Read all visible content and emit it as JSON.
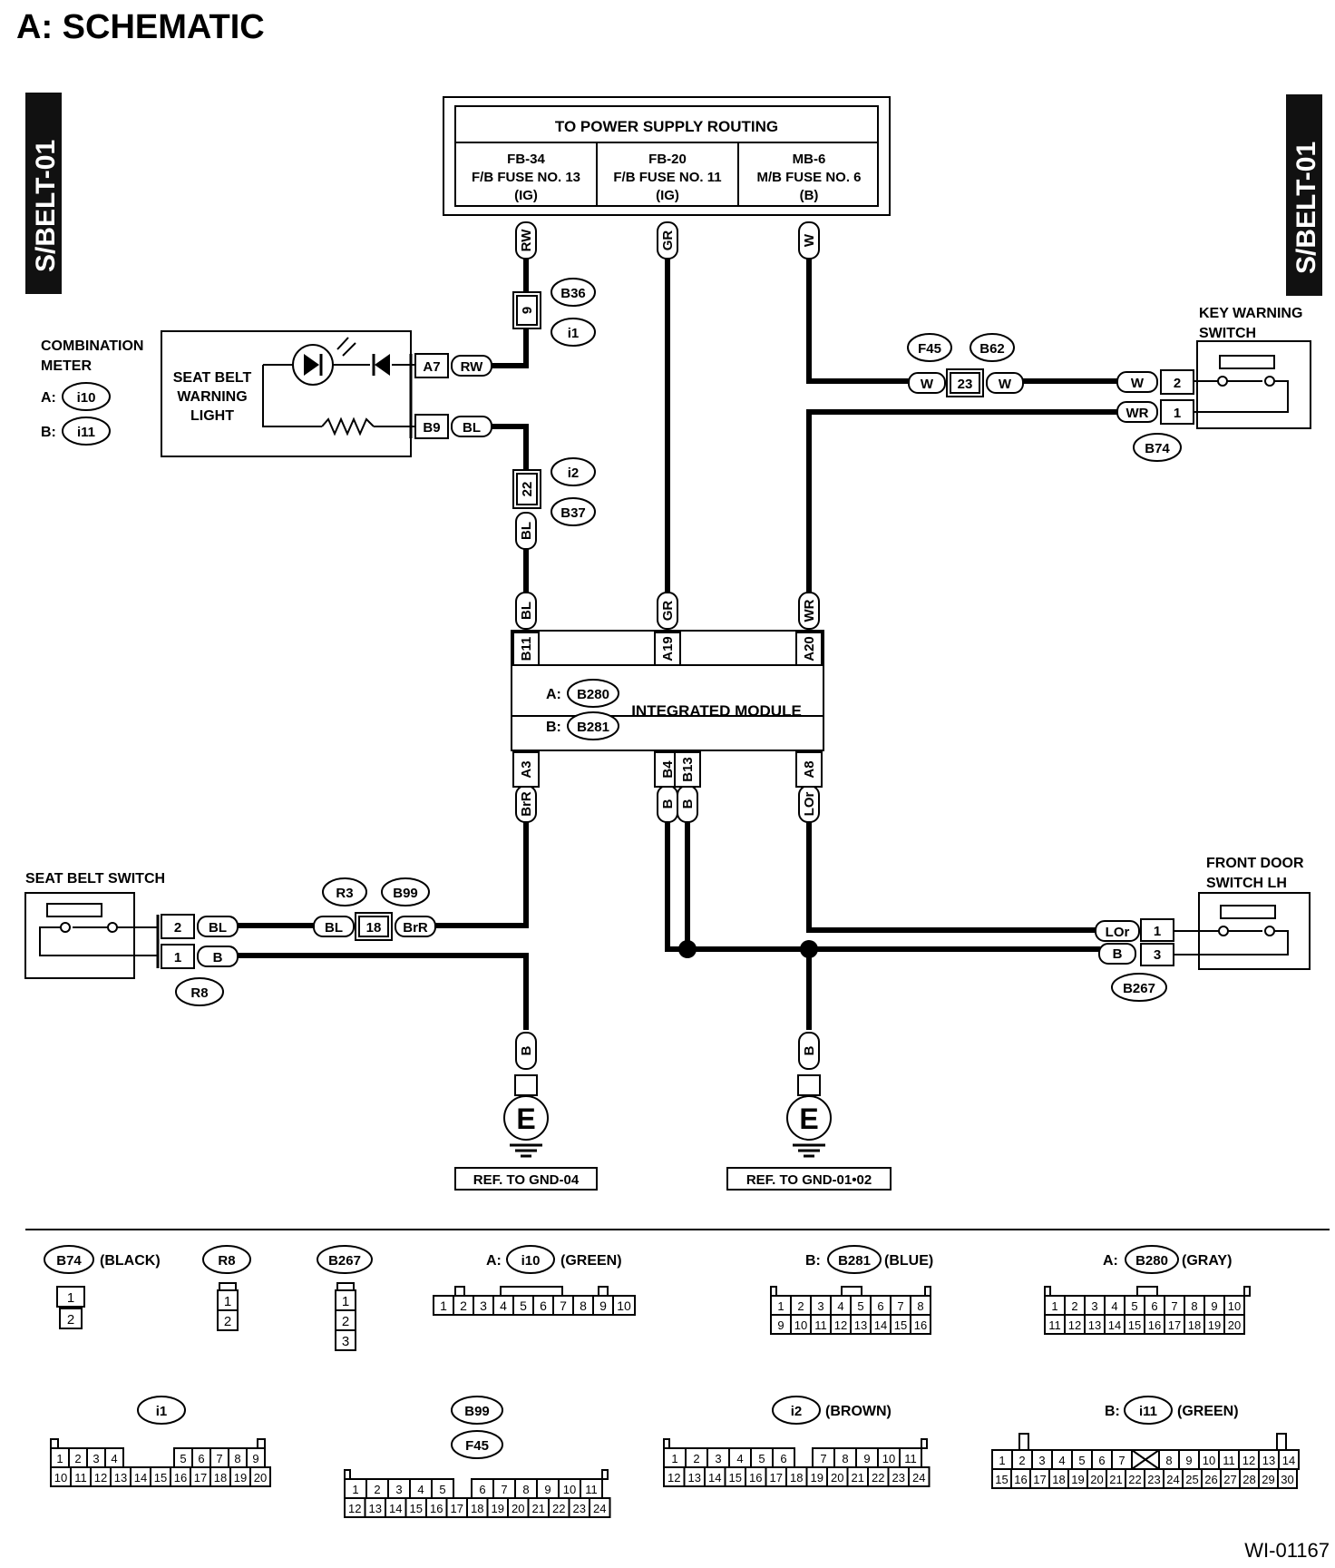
{
  "title": "A:  SCHEMATIC",
  "side_tags": {
    "left": "S/BELT-01",
    "right": "S/BELT-01"
  },
  "power": {
    "title": "TO POWER SUPPLY ROUTING",
    "fuses": [
      {
        "l1": "FB-34",
        "l2": "F/B FUSE NO. 13",
        "l3": "(IG)"
      },
      {
        "l1": "FB-20",
        "l2": "F/B FUSE NO. 11",
        "l3": "(IG)"
      },
      {
        "l1": "MB-6",
        "l2": "M/B FUSE NO. 6",
        "l3": "(B)"
      }
    ]
  },
  "combination_meter": {
    "label1": "COMBINATION",
    "label2": "METER",
    "a_prefix": "A:",
    "a_conn": "i10",
    "b_prefix": "B:",
    "b_conn": "i11"
  },
  "seat_belt_light": {
    "l1": "SEAT BELT",
    "l2": "WARNING",
    "l3": "LIGHT",
    "pin_a": "A7",
    "pin_b": "B9"
  },
  "key_switch": {
    "l1": "KEY WARNING",
    "l2": "SWITCH",
    "conn": "B74",
    "pin1": "2",
    "pin2": "1"
  },
  "door_switch": {
    "l1": "FRONT DOOR",
    "l2": "SWITCH LH",
    "conn": "B267",
    "pin1": "1",
    "pin2": "3"
  },
  "belt_switch": {
    "label": "SEAT BELT SWITCH",
    "conn": "R8",
    "pin1": "2",
    "pin2": "1"
  },
  "module": {
    "label": "INTEGRATED MODULE",
    "a_prefix": "A:",
    "a_conn": "B280",
    "b_prefix": "B:",
    "b_conn": "B281",
    "top_pins": [
      "B11",
      "A19",
      "A20"
    ],
    "bottom_pins": [
      "A3",
      "B4",
      "B13",
      "A8"
    ]
  },
  "wires": {
    "rw": "RW",
    "gr": "GR",
    "w": "W",
    "bl": "BL",
    "wr": "WR",
    "brr": "BrR",
    "b": "B",
    "lor": "LOr"
  },
  "junctions": {
    "j1_pin": "9",
    "j1_a": "B36",
    "j1_b": "i1",
    "j2_pin": "22",
    "j2_a": "i2",
    "j2_b": "B37",
    "j3_pin": "23",
    "j3_a": "F45",
    "j3_b": "B62",
    "j4_pin": "18",
    "j4_a": "R3",
    "j4_b": "B99"
  },
  "grounds": {
    "symbol": "E",
    "ref1": "REF. TO GND-04",
    "ref2": "REF. TO GND-01•02"
  },
  "connectors": {
    "b74": {
      "name": "B74",
      "color": "(BLACK)",
      "pins": [
        "1",
        "2"
      ]
    },
    "r8": {
      "name": "R8",
      "pins": [
        "1",
        "2"
      ]
    },
    "b267": {
      "name": "B267",
      "pins": [
        "1",
        "2",
        "3"
      ]
    },
    "i10": {
      "prefix": "A:",
      "name": "i10",
      "color": "(GREEN)",
      "pins": [
        "1",
        "2",
        "3",
        "4",
        "5",
        "6",
        "7",
        "8",
        "9",
        "10"
      ]
    },
    "b281": {
      "prefix": "B:",
      "name": "B281",
      "color": "(BLUE)",
      "row1": [
        "1",
        "2",
        "3",
        "4",
        "5",
        "6",
        "7",
        "8"
      ],
      "row2": [
        "9",
        "10",
        "11",
        "12",
        "13",
        "14",
        "15",
        "16"
      ]
    },
    "b280": {
      "prefix": "A:",
      "name": "B280",
      "color": "(GRAY)",
      "row1": [
        "1",
        "2",
        "3",
        "4",
        "5",
        "6",
        "7",
        "8",
        "9",
        "10"
      ],
      "row2": [
        "11",
        "12",
        "13",
        "14",
        "15",
        "16",
        "17",
        "18",
        "19",
        "20"
      ]
    },
    "i1": {
      "name": "i1",
      "row1": [
        "1",
        "2",
        "3",
        "4",
        "5",
        "6",
        "7",
        "8",
        "9"
      ],
      "row2": [
        "10",
        "11",
        "12",
        "13",
        "14",
        "15",
        "16",
        "17",
        "18",
        "19",
        "20"
      ]
    },
    "b99": {
      "name": "B99",
      "name2": "F45",
      "row1": [
        "1",
        "2",
        "3",
        "4",
        "5",
        "6",
        "7",
        "8",
        "9",
        "10",
        "11"
      ],
      "row2": [
        "12",
        "13",
        "14",
        "15",
        "16",
        "17",
        "18",
        "19",
        "20",
        "21",
        "22",
        "23",
        "24"
      ]
    },
    "i2": {
      "name": "i2",
      "color": "(BROWN)",
      "row1": [
        "1",
        "2",
        "3",
        "4",
        "5",
        "6",
        "7",
        "8",
        "9",
        "10",
        "11"
      ],
      "row2": [
        "12",
        "13",
        "14",
        "15",
        "16",
        "17",
        "18",
        "19",
        "20",
        "21",
        "22",
        "23",
        "24"
      ]
    },
    "i11": {
      "prefix": "B:",
      "name": "i11",
      "color": "(GREEN)",
      "row1": [
        "1",
        "2",
        "3",
        "4",
        "5",
        "6",
        "7",
        "8",
        "9",
        "10",
        "11",
        "12",
        "13",
        "14"
      ],
      "row2": [
        "15",
        "16",
        "17",
        "18",
        "19",
        "20",
        "21",
        "22",
        "23",
        "24",
        "25",
        "26",
        "27",
        "28",
        "29",
        "30"
      ]
    }
  },
  "figure_id": "WI-01167"
}
